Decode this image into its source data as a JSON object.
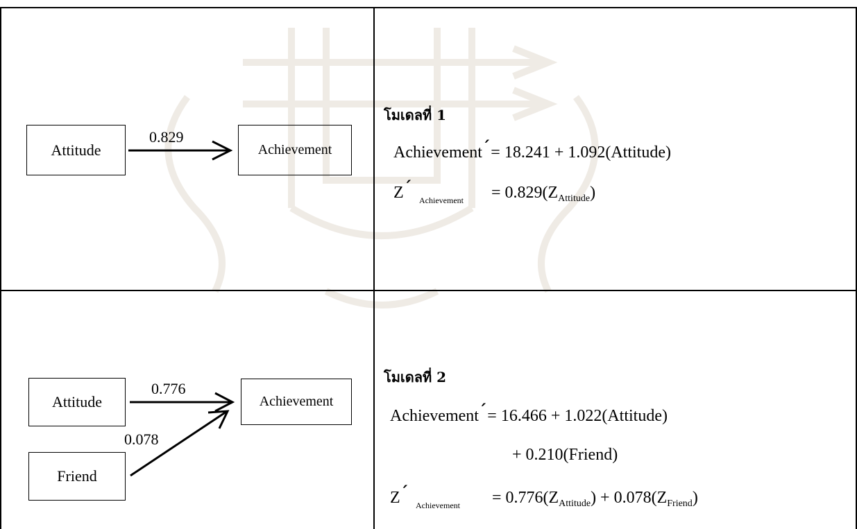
{
  "row1": {
    "diagram": {
      "source": "Attitude",
      "target": "Achievement",
      "coef": "0.829"
    },
    "panel": {
      "title": "โมเดลที่ 1",
      "eq1": {
        "lhs": "Achievement",
        "prime": "′",
        "rhs": "= 18.241 + 1.092(Attitude)"
      },
      "eq2": {
        "z": "Z",
        "prime": "′",
        "sub": "Achievement",
        "rhs_start": "= 0.829(Z",
        "rhs_sub": "Attitude",
        "rhs_end": ")"
      }
    }
  },
  "row2": {
    "diagram": {
      "source1": "Attitude",
      "source2": "Friend",
      "target": "Achievement",
      "coef1": "0.776",
      "coef2": "0.078"
    },
    "panel": {
      "title": "โมเดลที่ 2",
      "eq1": {
        "lhs": "Achievement",
        "prime": "′",
        "rhs": "= 16.466 + 1.022(Attitude)"
      },
      "eq1_cont": "+ 0.210(Friend)",
      "eq2": {
        "z": "Z",
        "prime": "′",
        "sub": "Achievement",
        "part1": "= 0.776(Z",
        "sub1": "Attitude",
        "part2": ") + 0.078(Z",
        "sub2": "Friend",
        "part3": ")"
      }
    }
  }
}
